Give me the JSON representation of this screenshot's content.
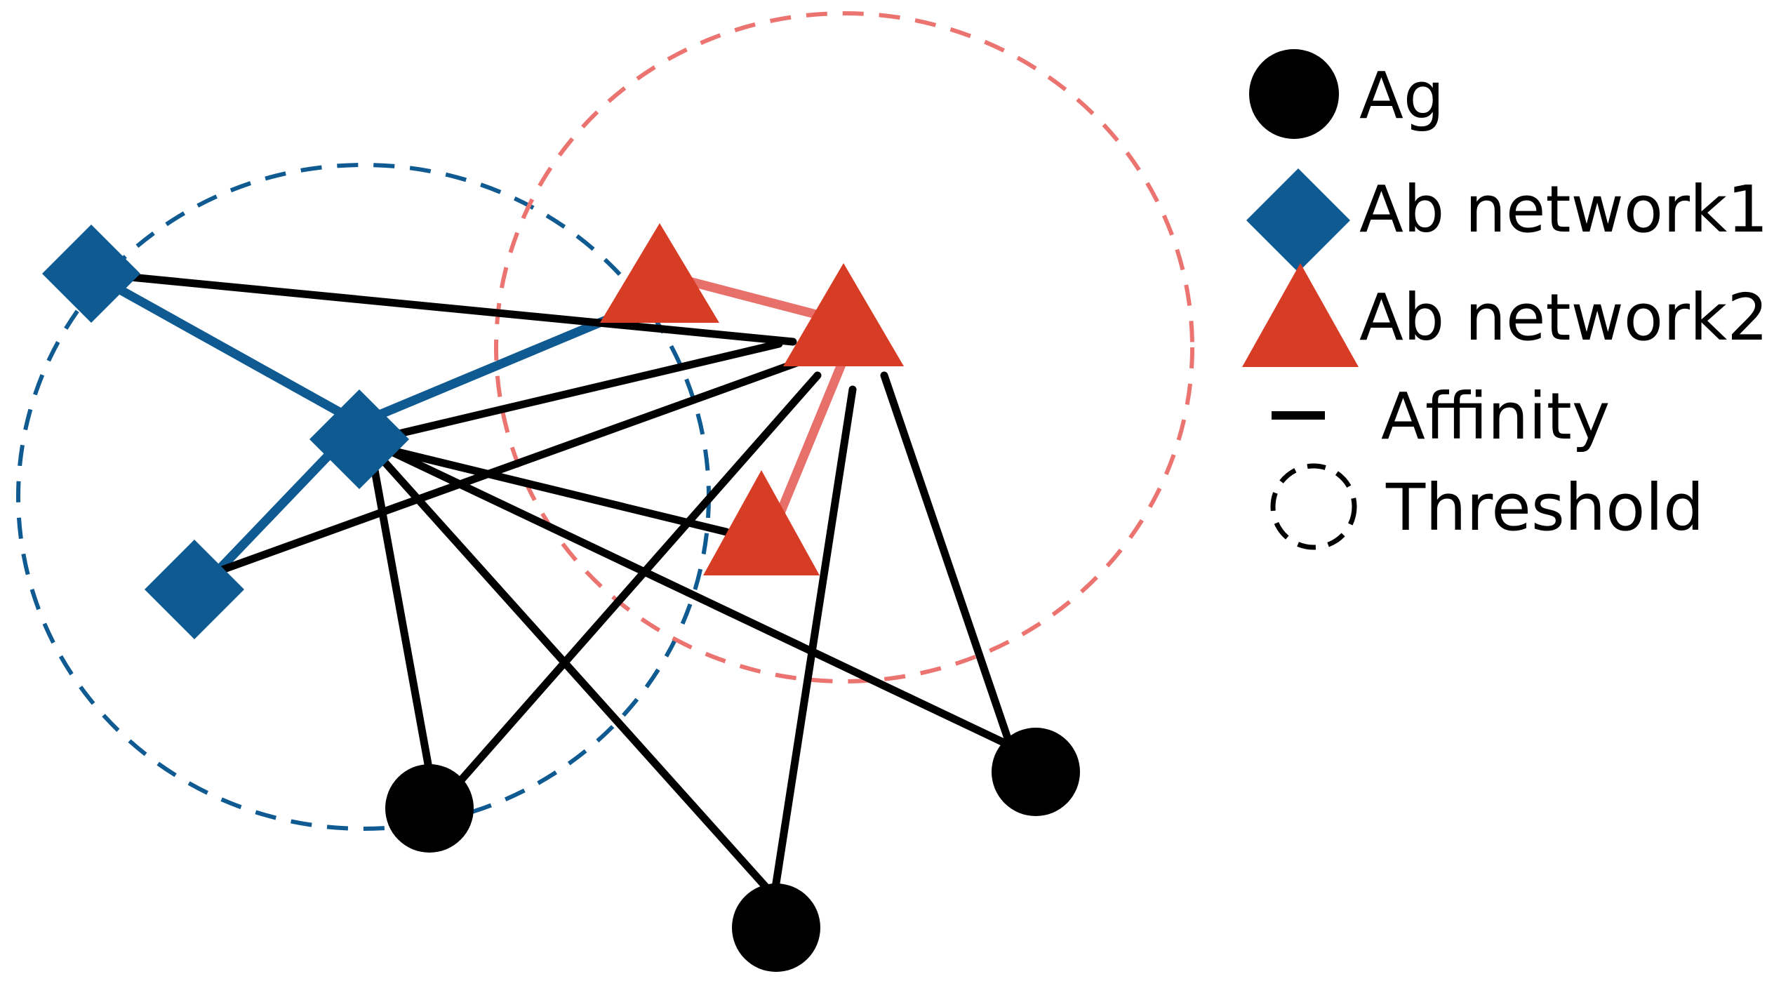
{
  "colors": {
    "ag": "#000000",
    "network1": "#0e5a91",
    "network2": "#d63d24",
    "network2_link": "#e8706a",
    "network2_threshold": "#ec7470",
    "affinity": "#000000"
  },
  "legend": {
    "ag": "Ag",
    "network1": "Ab network1",
    "network2": "Ab network2",
    "affinity": "Affinity",
    "threshold": "Threshold"
  },
  "icons": {
    "ag": "filled-circle-icon",
    "network1": "diamond-icon",
    "network2": "triangle-icon",
    "affinity": "line-icon",
    "threshold": "dashed-circle-icon"
  }
}
